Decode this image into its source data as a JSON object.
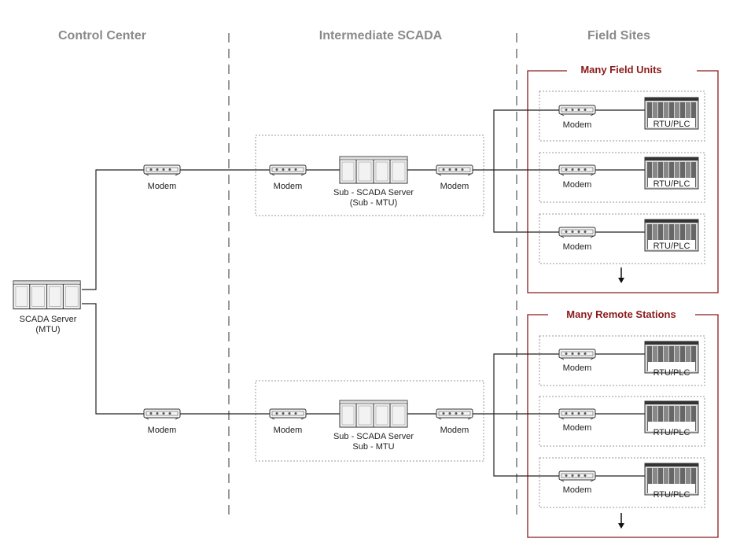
{
  "columns": {
    "control": "Control Center",
    "intermediate": "Intermediate SCADA",
    "field": "Field Sites"
  },
  "groups": {
    "field_units": "Many Field Units",
    "remote_stations": "Many Remote Stations"
  },
  "labels": {
    "modem": "Modem",
    "rtu": "RTU/PLC"
  },
  "master": {
    "line1": "SCADA Server",
    "line2": "(MTU)"
  },
  "sub_top": {
    "line1": "Sub - SCADA Server",
    "line2": "(Sub - MTU)"
  },
  "sub_bottom": {
    "line1": "Sub - SCADA Server",
    "line2": "Sub - MTU"
  },
  "colors": {
    "header": "#8a8a8a",
    "group_accent": "#8b1a1a",
    "line": "#222222"
  }
}
